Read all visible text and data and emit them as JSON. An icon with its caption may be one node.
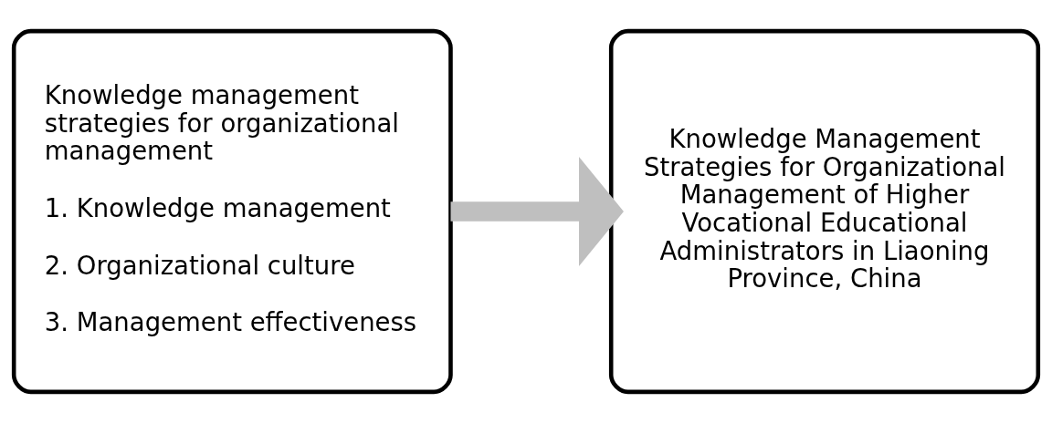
{
  "diagram": {
    "nodes": [
      {
        "text": [
          "Knowledge management strategies for organizational management",
          "1. Knowledge management",
          "2. Organizational culture",
          "3. Management effectiveness"
        ]
      },
      {
        "text": [
          "Knowledge Management Strategies for Organizational Management of Higher Vocational Educational Administrators in Liaoning Province, China"
        ]
      }
    ],
    "edges": [
      {
        "from": 0,
        "to": 1,
        "arrow": "to",
        "color": "#bfbfbf"
      }
    ]
  }
}
